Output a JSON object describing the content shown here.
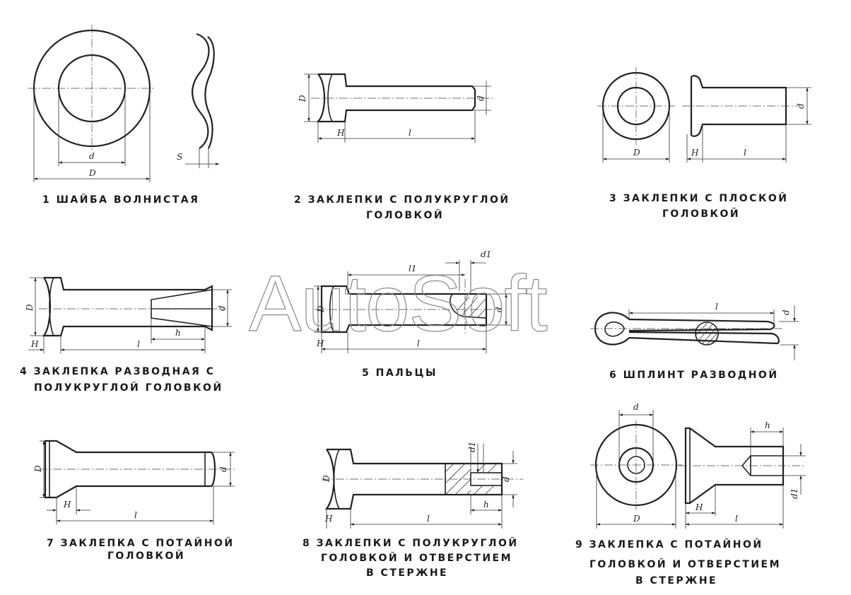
{
  "watermark": "AutoSoft",
  "parts": [
    {
      "caption": [
        "1 ШАЙБА ВОЛНИСТАЯ"
      ],
      "labels": [
        "d",
        "D",
        "S"
      ]
    },
    {
      "caption": [
        "2 ЗАКЛЕПКИ С ПОЛУКРУГЛОЙ",
        "ГОЛОВКОЙ"
      ],
      "labels": [
        "D",
        "d",
        "H",
        "l"
      ]
    },
    {
      "caption": [
        "3 ЗАКЛЕПКИ С ПЛОСКОЙ",
        "ГОЛОВКОЙ"
      ],
      "labels": [
        "D",
        "H",
        "l",
        "d"
      ]
    },
    {
      "caption": [
        "4 ЗАКЛЕПКА РАЗВОДНАЯ С",
        "ПОЛУКРУГЛОЙ ГОЛОВКОЙ"
      ],
      "labels": [
        "D",
        "d",
        "h",
        "H",
        "l"
      ]
    },
    {
      "caption": [
        "5 ПАЛЬЦЫ"
      ],
      "labels": [
        "d1",
        "l1",
        "D",
        "d",
        "H",
        "l"
      ]
    },
    {
      "caption": [
        "6 ШПЛИНТ   РАЗВОДНОЙ"
      ],
      "labels": [
        "l",
        "d"
      ]
    },
    {
      "caption": [
        "7 ЗАКЛЕПКА С ПОТАЙНОЙ",
        "ГОЛОВКОЙ"
      ],
      "labels": [
        "D",
        "d",
        "H",
        "l"
      ]
    },
    {
      "caption": [
        "8 ЗАКЛЕПКИ С ПОЛУКРУГЛОЙ",
        "ГОЛОВКОЙ И ОТВЕРСТИЕМ",
        "В СТЕРЖНЕ"
      ],
      "labels": [
        "d1",
        "D",
        "d",
        "h",
        "H",
        "l"
      ]
    },
    {
      "caption": [
        "9 ЗАКЛЕПКА  С ПОТАЙНОЙ",
        "ГОЛОВКОЙ И ОТВЕРСТИЕМ",
        "В СТЕРЖНЕ"
      ],
      "labels": [
        "d",
        "h",
        "d1",
        "H",
        "D",
        "l"
      ]
    }
  ]
}
